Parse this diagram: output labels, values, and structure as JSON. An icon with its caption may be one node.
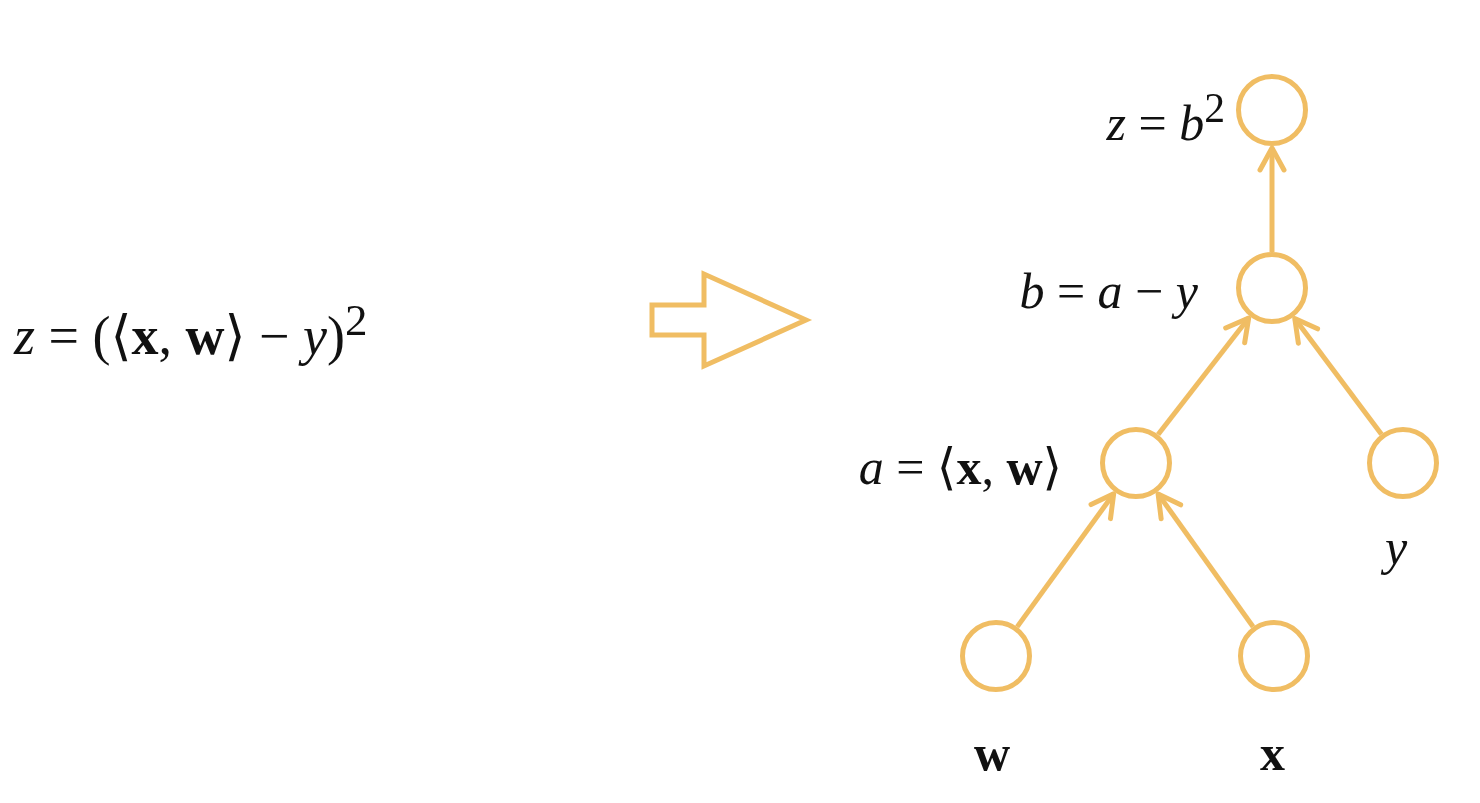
{
  "diagram": {
    "nodes": [
      {
        "text": [],
        "shape": "circle",
        "beside": [
          "*z* = *b*$^{2}$"
        ]
      },
      {
        "text": [],
        "shape": "circle",
        "beside": [
          "*b* = *a* − *y*"
        ]
      },
      {
        "text": [],
        "shape": "circle",
        "beside": [
          "*a* = ⟨**x**, **w**⟩"
        ]
      },
      {
        "text": [],
        "shape": "circle",
        "beside": [
          "y"
        ]
      },
      {
        "text": [],
        "shape": "circle",
        "beside": [
          "w"
        ]
      },
      {
        "text": [],
        "shape": "circle",
        "beside": [
          "x"
        ]
      }
    ],
    "edges": [
      {
        "from": 1,
        "to": 0,
        "arrow": "to"
      },
      {
        "from": 2,
        "to": 1,
        "arrow": "to"
      },
      {
        "from": 3,
        "to": 1,
        "arrow": "to"
      },
      {
        "from": 4,
        "to": 2,
        "arrow": "to"
      },
      {
        "from": 5,
        "to": 2,
        "arrow": "to"
      }
    ],
    "labels": [
      "*z* = (⟨**x**, **w**⟩ − *y*)$^{2}$"
    ]
  }
}
